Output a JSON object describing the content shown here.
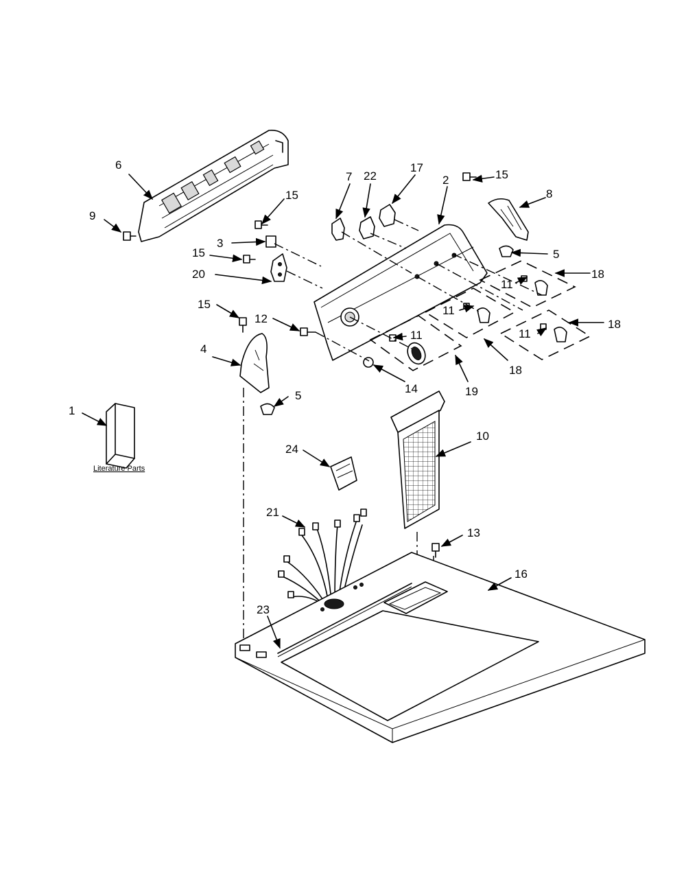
{
  "callouts": {
    "c1": "1",
    "c2": "2",
    "c3": "3",
    "c4": "4",
    "c5a": "5",
    "c5b": "5",
    "c6": "6",
    "c7": "7",
    "c8": "8",
    "c9": "9",
    "c10": "10",
    "c11a": "11",
    "c11b": "11",
    "c11c": "11",
    "c11d": "11",
    "c12": "12",
    "c13": "13",
    "c14": "14",
    "c15a": "15",
    "c15b": "15",
    "c15c": "15",
    "c15d": "15",
    "c16": "16",
    "c17": "17",
    "c18a": "18",
    "c18b": "18",
    "c18c": "18",
    "c19": "19",
    "c20": "20",
    "c21": "21",
    "c22": "22",
    "c23": "23",
    "c24": "24"
  },
  "literature_label": "Literature Parts"
}
